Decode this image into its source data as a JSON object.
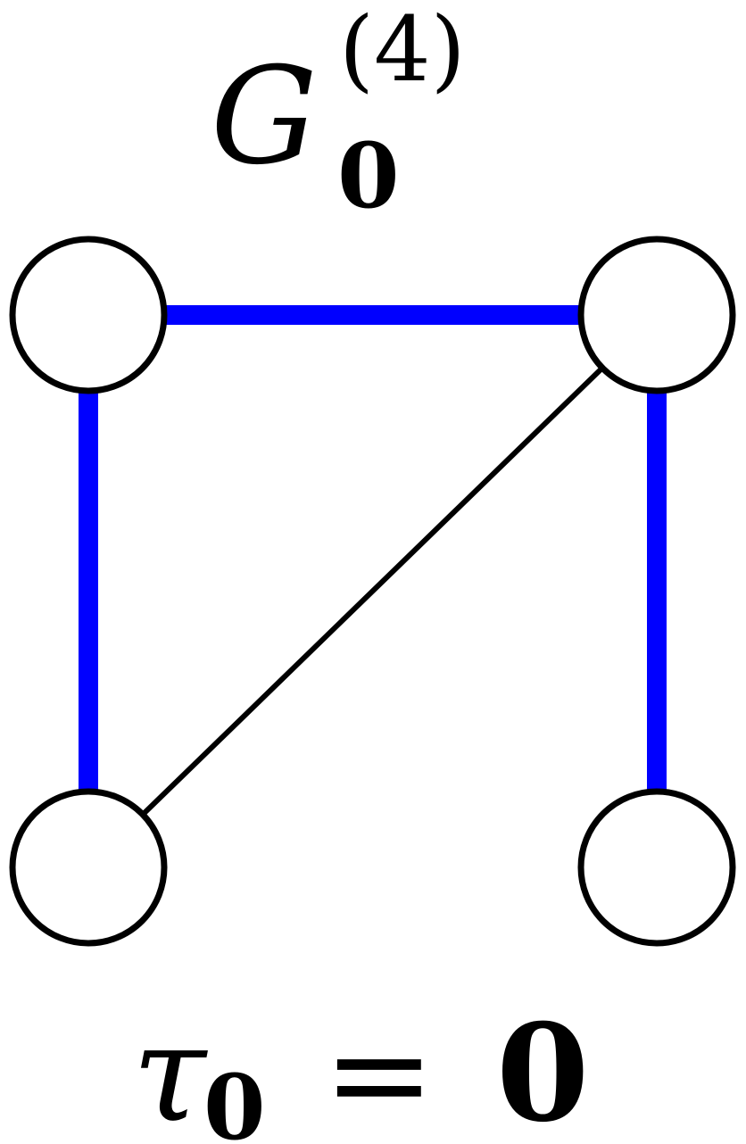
{
  "title": {
    "symbol": "G",
    "superscript": "(4)",
    "subscript": "0"
  },
  "graph": {
    "nodes": [
      {
        "id": "top-left"
      },
      {
        "id": "top-right"
      },
      {
        "id": "bottom-left"
      },
      {
        "id": "bottom-right"
      }
    ],
    "edges": [
      {
        "from": "top-left",
        "to": "top-right",
        "highlighted": true
      },
      {
        "from": "top-left",
        "to": "bottom-left",
        "highlighted": true
      },
      {
        "from": "top-right",
        "to": "bottom-right",
        "highlighted": true
      },
      {
        "from": "top-right",
        "to": "bottom-left",
        "highlighted": false
      }
    ]
  },
  "equation": {
    "symbol": "τ",
    "subscript": "0",
    "relation": "=",
    "value": "0"
  },
  "colors": {
    "highlight_edge": "#0000ff",
    "plain_edge": "#000000",
    "node_stroke": "#000000",
    "node_fill": "#ffffff"
  }
}
